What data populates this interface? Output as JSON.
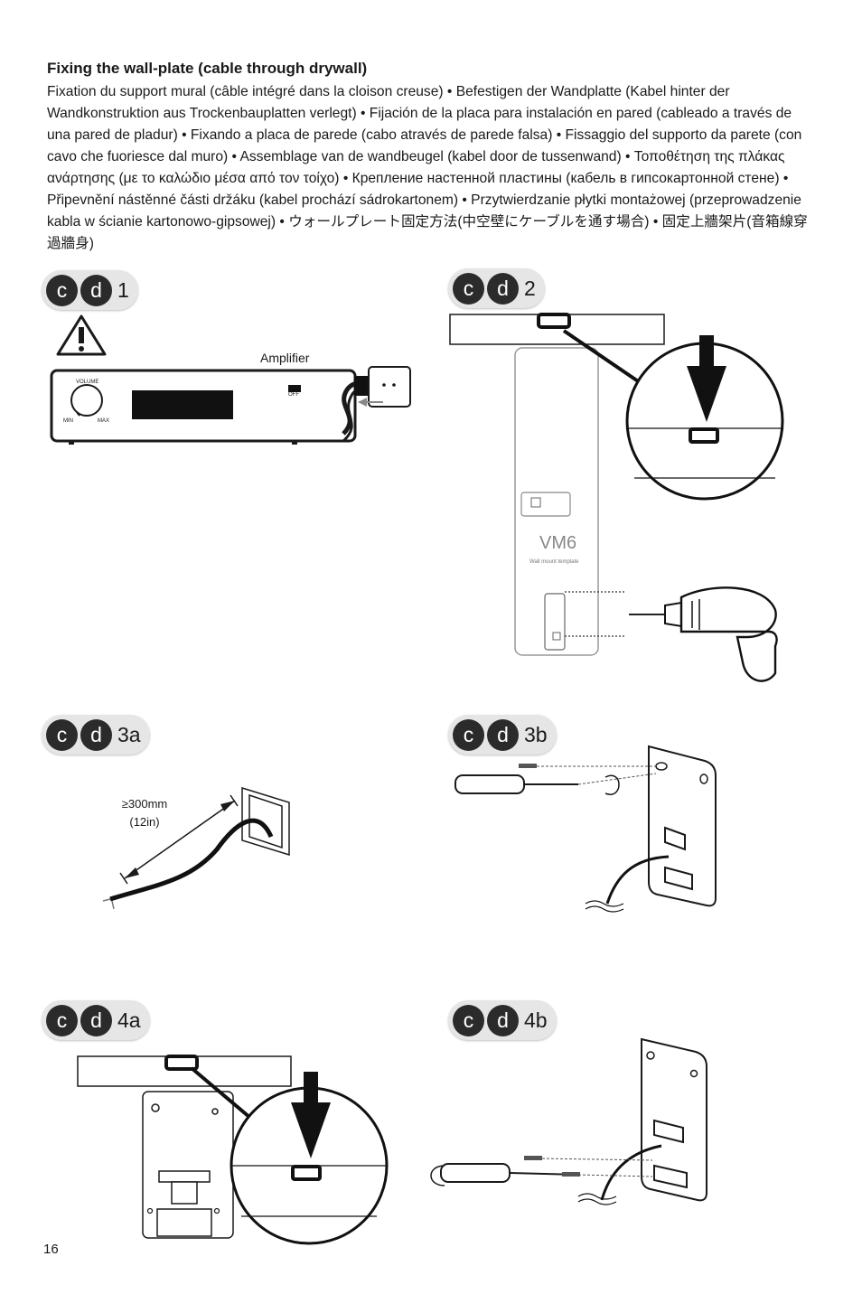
{
  "title": "Fixing the wall-plate  (cable through drywall)",
  "intro": "Fixation du support mural (câble intégré dans la cloison creuse) • Befestigen der Wandplatte (Kabel hinter der Wandkonstruktion aus Trockenbauplatten verlegt) • Fijación de la placa para instalación en pared (cableado a través de una pared de pladur) • Fixando a placa de parede (cabo através de parede falsa) • Fissaggio del supporto da parete (con cavo che fuoriesce dal muro) • Assemblage van de wandbeugel (kabel door de tussenwand) • Τοποθέτηση της πλάκας ανάρτησης (με το καλώδιο μέσα από τον τοίχο) • Крепление настенной пластины (кабель в гипсокартонной стене) • Připevnění nástěnné části držáku (kabel prochází sádrokartonem) • Przytwierdzanie płytki montażowej (przeprowadzenie kabla w ścianie kartonowo-gipsowej) • ウォールプレート固定方法(中空壁にケーブルを通す場合) • 固定上牆架片(音箱線穿過牆身)",
  "badge": {
    "c": "c",
    "d": "d"
  },
  "steps": {
    "s1": "1",
    "s2": "2",
    "s3a": "3a",
    "s3b": "3b",
    "s4a": "4a",
    "s4b": "4b"
  },
  "fig1": {
    "amplifier_label": "Amplifier",
    "volume_label": "VOLUME",
    "min_label": "MIN",
    "max_label": "MAX",
    "off_label": "OFF"
  },
  "fig2": {
    "model": "VM6",
    "template_text": "Wall mount template"
  },
  "fig3a": {
    "length_mm": "≥300mm",
    "length_in": "(12in)"
  },
  "page_number": "16"
}
